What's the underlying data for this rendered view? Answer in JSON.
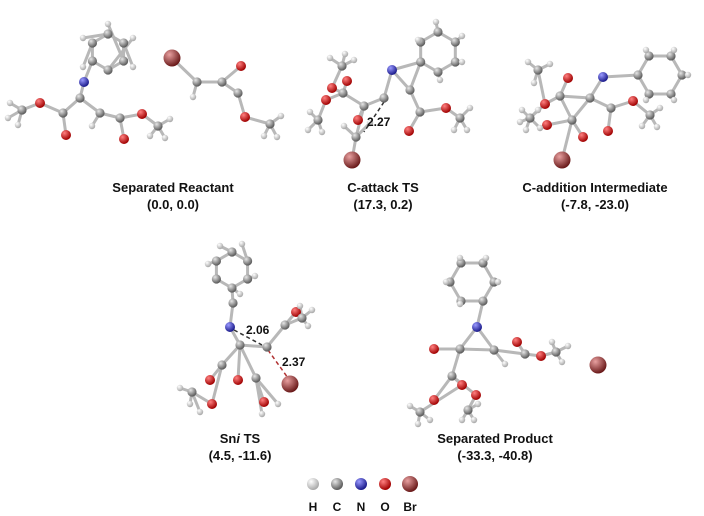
{
  "structures": [
    {
      "id": "sep-reactant",
      "name": "Separated Reactant",
      "values": "(0.0, 0.0)"
    },
    {
      "id": "c-attack-ts",
      "name": "C-attack TS",
      "values": "(17.3, 0.2)"
    },
    {
      "id": "c-addition-int",
      "name": "C-addition Intermediate",
      "values": "(-7.8, -23.0)"
    },
    {
      "id": "sni-ts",
      "name_prefix": "Sn",
      "name_italic": "i",
      "name_suffix": " TS",
      "values": "(4.5, -11.6)"
    },
    {
      "id": "sep-product",
      "name": "Separated Product",
      "values": "(-33.3, -40.8)"
    }
  ],
  "distances": {
    "c_attack": "2.27",
    "sni_n": "2.06",
    "sni_br": "2.37"
  },
  "legend": [
    {
      "label": "H",
      "color": "#e6e6e6"
    },
    {
      "label": "C",
      "color": "#9a9a9a"
    },
    {
      "label": "N",
      "color": "#3b3bd0"
    },
    {
      "label": "O",
      "color": "#e01010"
    },
    {
      "label": "Br",
      "color": "#a83838"
    }
  ],
  "colors": {
    "bond": "#b8b8b8",
    "dashed_bond": "#333333",
    "dashed_br": "#b03030"
  }
}
